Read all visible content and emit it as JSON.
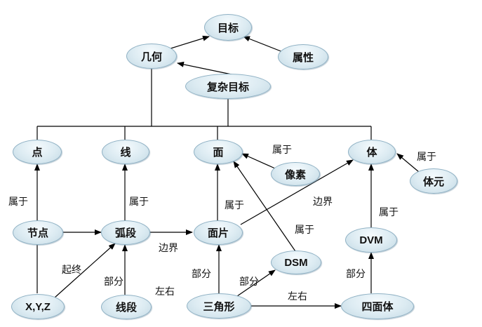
{
  "nodes": {
    "mubiao": "目标",
    "jihe": "几何",
    "shuxing": "属性",
    "fuzamubiao": "复杂目标",
    "dian": "点",
    "xian": "线",
    "mian": "面",
    "ti": "体",
    "xiangsu": "像素",
    "tiyuan": "体元",
    "jiedian": "节点",
    "huduan": "弧段",
    "mianpian": "面片",
    "dvm": "DVM",
    "dsm": "DSM",
    "xyz": "X,Y,Z",
    "xianduan": "线段",
    "sanjiaoxing": "三角形",
    "simianti": "四面体"
  },
  "edge_labels": {
    "shuyu_mian_xiangsu": "属于",
    "shuyu_ti_tiyuan": "属于",
    "shuyu_jiedian_dian": "属于",
    "shuyu_huduan_xian": "属于",
    "shuyu_mianpian_mian": "属于",
    "bianjie_mianpian_ti": "边界",
    "shuyu_dsm_mian": "属于",
    "shuyu_dvm_ti": "属于",
    "bianjie_huduan_mianpian": "边界",
    "qizhong": "起终",
    "bufen_xianduan": "部分",
    "zuoyou_xianduan": "左右",
    "bufen_sanjiaoxing": "部分",
    "bufen_dsm": "部分",
    "zuoyou_sanjiaoxing": "左右",
    "bufen_simianti": "部分"
  }
}
